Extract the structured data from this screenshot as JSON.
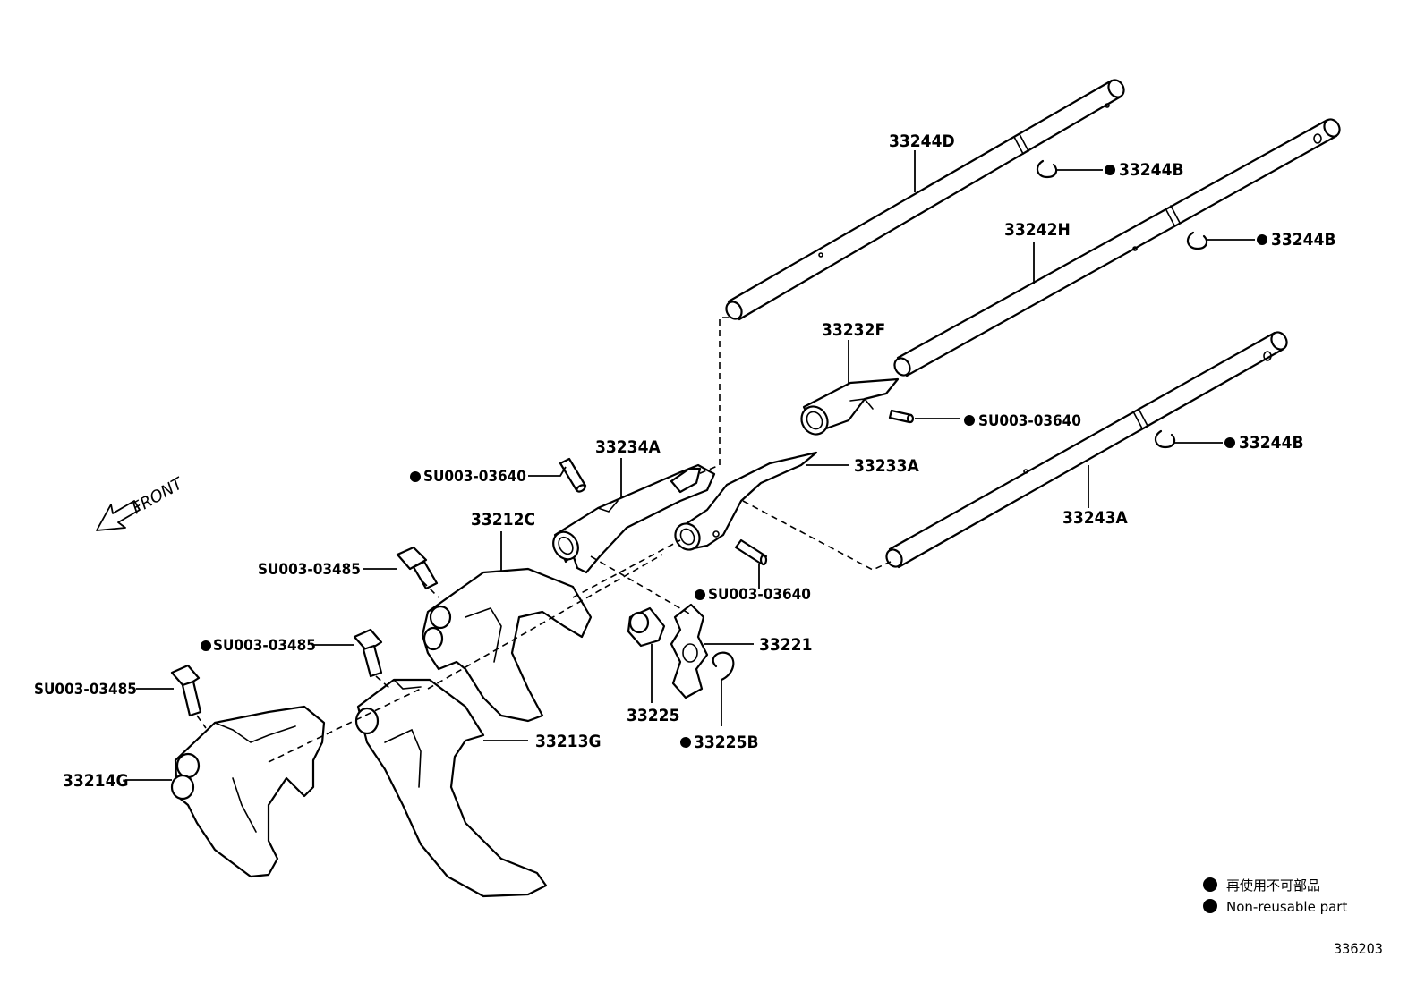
{
  "diagram": {
    "direction_label": "FRONT",
    "figure_number": "336203",
    "legend": {
      "line1": "再使用不可部品",
      "line2": "Non-reusable part"
    },
    "parts": {
      "rod_d": "33244D",
      "clip_1": "33244B",
      "rod_h": "33242H",
      "clip_2": "33244B",
      "head_f": "33232F",
      "pin_f": "SU003-03640",
      "rod_a": "33243A",
      "clip_3": "33244B",
      "head_a": "33234A",
      "pin_a": "SU003-03640",
      "lever": "33233A",
      "pin_lever": "SU003-03640",
      "fork_c": "33212C",
      "bolt_c": "SU003-03485",
      "interlock": "33221",
      "bolt_g": "SU003-03485",
      "sleeve": "33225",
      "snap_ring": "33225B",
      "bolt_14": "SU003-03485",
      "fork_g": "33213G",
      "fork_14": "33214G"
    }
  }
}
